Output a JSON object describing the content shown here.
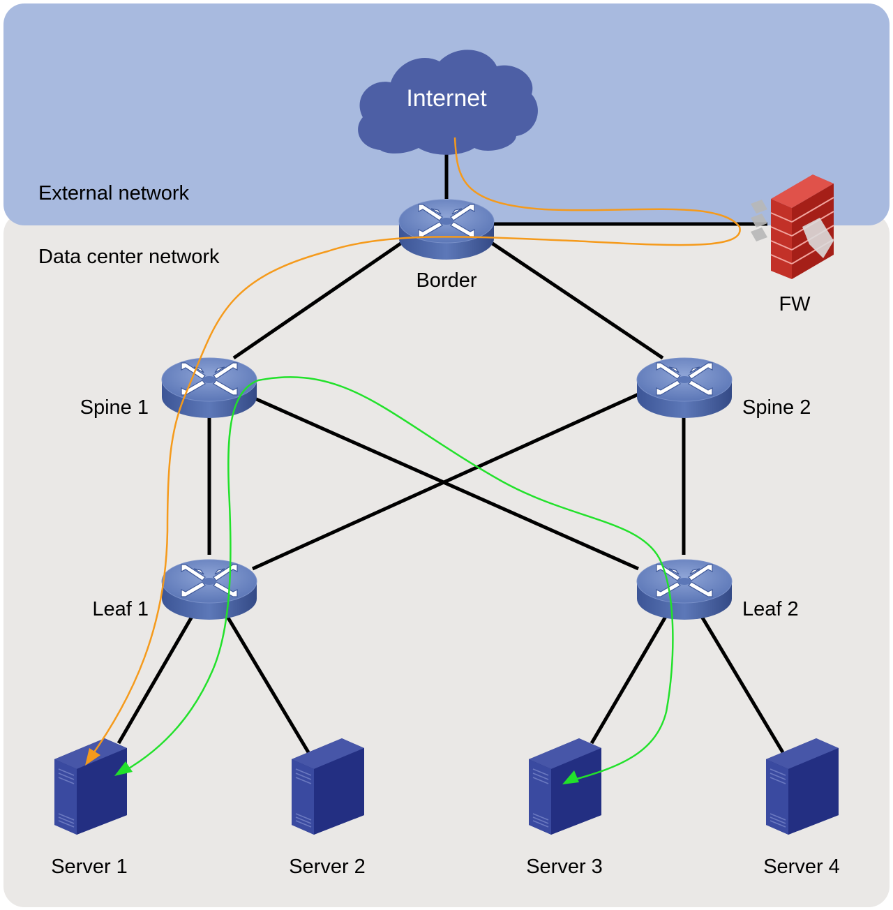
{
  "zones": {
    "external": {
      "label": "External network",
      "color": "#a8badf"
    },
    "datacenter": {
      "label": "Data center network",
      "color": "#eae8e6"
    }
  },
  "nodes": {
    "internet": {
      "label": "Internet",
      "icon": "cloud-icon"
    },
    "border": {
      "label": "Border",
      "icon": "switch-icon"
    },
    "fw": {
      "label": "FW",
      "icon": "firewall-icon"
    },
    "spine1": {
      "label": "Spine 1",
      "icon": "switch-icon"
    },
    "spine2": {
      "label": "Spine 2",
      "icon": "switch-icon"
    },
    "leaf1": {
      "label": "Leaf 1",
      "icon": "switch-icon"
    },
    "leaf2": {
      "label": "Leaf 2",
      "icon": "switch-icon"
    },
    "server1": {
      "label": "Server 1",
      "icon": "server-icon"
    },
    "server2": {
      "label": "Server 2",
      "icon": "server-icon"
    },
    "server3": {
      "label": "Server 3",
      "icon": "server-icon"
    },
    "server4": {
      "label": "Server 4",
      "icon": "server-icon"
    }
  },
  "links": [
    [
      "internet",
      "border"
    ],
    [
      "border",
      "fw"
    ],
    [
      "border",
      "spine1"
    ],
    [
      "border",
      "spine2"
    ],
    [
      "spine1",
      "leaf1"
    ],
    [
      "spine1",
      "leaf2"
    ],
    [
      "spine2",
      "leaf1"
    ],
    [
      "spine2",
      "leaf2"
    ],
    [
      "leaf1",
      "server1"
    ],
    [
      "leaf1",
      "server2"
    ],
    [
      "leaf2",
      "server3"
    ],
    [
      "leaf2",
      "server4"
    ]
  ],
  "flows": [
    {
      "color": "#f59a1b",
      "path": [
        "internet",
        "border",
        "fw",
        "border",
        "spine1",
        "leaf1",
        "server1"
      ]
    },
    {
      "color": "#22e12b",
      "path": [
        "spine1",
        "leaf1",
        "server1"
      ]
    },
    {
      "color": "#22e12b",
      "path": [
        "spine1",
        "leaf2",
        "server3"
      ]
    }
  ],
  "colors": {
    "device": "#5a75b5",
    "server": "#2e3b8c",
    "firewall": "#d0302a",
    "cloud": "#4d5fa5",
    "link": "#000000"
  }
}
